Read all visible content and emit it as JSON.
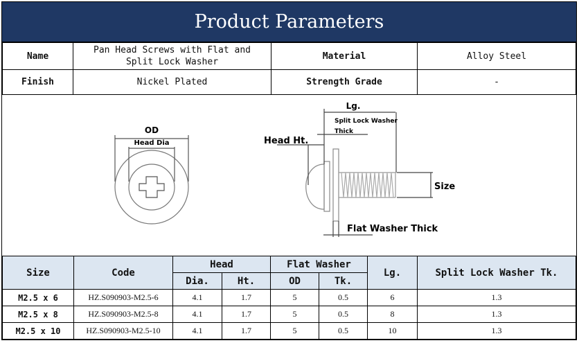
{
  "title": "Product Parameters",
  "params": {
    "name_label": "Name",
    "name_value": "Pan Head Screws with Flat and Split Lock Washer",
    "material_label": "Material",
    "material_value": "Alloy Steel",
    "finish_label": "Finish",
    "finish_value": "Nickel Plated",
    "grade_label": "Strength Grade",
    "grade_value": "-"
  },
  "diagram": {
    "od": "OD",
    "head_dia": "Head Dia",
    "lg": "Lg.",
    "split_lock": "Split Lock Washer",
    "thick": "Thick",
    "head_ht": "Head Ht.",
    "size": "Size",
    "flat_washer": "Flat Washer Thick"
  },
  "table": {
    "headers": {
      "size": "Size",
      "code": "Code",
      "head": "Head",
      "flat_washer": "Flat Washer",
      "lg": "Lg.",
      "split": "Split Lock Washer Tk.",
      "dia": "Dia.",
      "ht": "Ht.",
      "od": "OD",
      "tk": "Tk."
    },
    "rows": [
      [
        "M2.5 x 6",
        "HZ.S090903-M2.5-6",
        "4.1",
        "1.7",
        "5",
        "0.5",
        "6",
        "1.3"
      ],
      [
        "M2.5 x 8",
        "HZ.S090903-M2.5-8",
        "4.1",
        "1.7",
        "5",
        "0.5",
        "8",
        "1.3"
      ],
      [
        "M2.5 x 10",
        "HZ.S090903-M2.5-10",
        "4.1",
        "1.7",
        "5",
        "0.5",
        "10",
        "1.3"
      ]
    ]
  },
  "colors": {
    "title_bg": "#1f3864",
    "header_bg": "#dce6f1"
  }
}
